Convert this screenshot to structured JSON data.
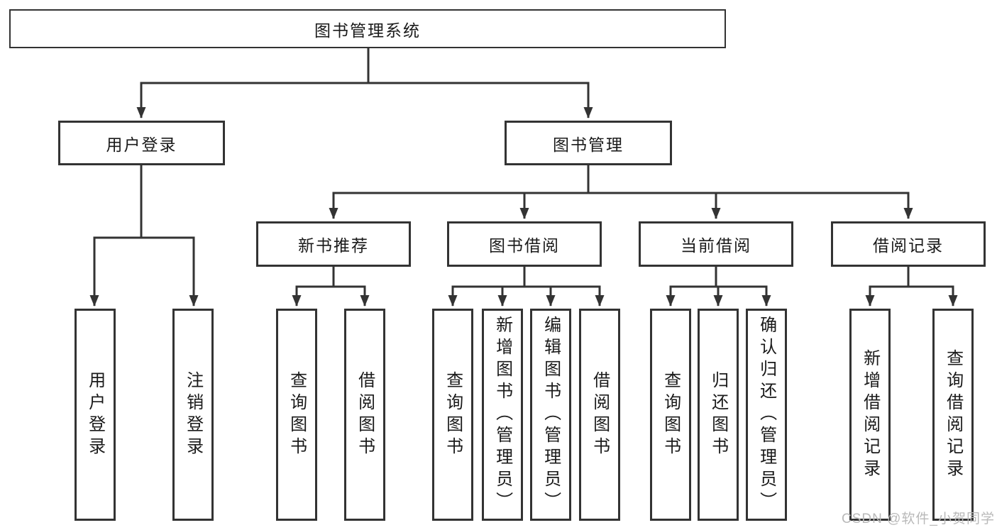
{
  "diagram": {
    "type": "tree",
    "nodes": {
      "root": "图书管理系统",
      "level2": [
        "用户登录",
        "图书管理"
      ],
      "level3": [
        "新书推荐",
        "图书借阅",
        "当前借阅",
        "借阅记录"
      ],
      "leaves": {
        "login": [
          "用户登录",
          "注销登录"
        ],
        "recommend": [
          "查询图书",
          "借阅图书"
        ],
        "borrow": [
          "查询图书",
          "新增图书（管理员）",
          "编辑图书（管理员）",
          "借阅图书"
        ],
        "current": [
          "查询图书",
          "归还图书",
          "确认归还（管理员）"
        ],
        "records": [
          "新增借阅记录",
          "查询借阅记录"
        ]
      }
    },
    "edges": [
      [
        "图书管理系统",
        "用户登录"
      ],
      [
        "图书管理系统",
        "图书管理"
      ],
      [
        "用户登录",
        "用户登录"
      ],
      [
        "用户登录",
        "注销登录"
      ],
      [
        "图书管理",
        "新书推荐"
      ],
      [
        "图书管理",
        "图书借阅"
      ],
      [
        "图书管理",
        "当前借阅"
      ],
      [
        "图书管理",
        "借阅记录"
      ],
      [
        "新书推荐",
        "查询图书"
      ],
      [
        "新书推荐",
        "借阅图书"
      ],
      [
        "图书借阅",
        "查询图书"
      ],
      [
        "图书借阅",
        "新增图书（管理员）"
      ],
      [
        "图书借阅",
        "编辑图书（管理员）"
      ],
      [
        "图书借阅",
        "借阅图书"
      ],
      [
        "当前借阅",
        "查询图书"
      ],
      [
        "当前借阅",
        "归还图书"
      ],
      [
        "当前借阅",
        "确认归还（管理员）"
      ],
      [
        "借阅记录",
        "新增借阅记录"
      ],
      [
        "借阅记录",
        "查询借阅记录"
      ]
    ],
    "colors": {
      "line": "#333333",
      "box_border": "#333333",
      "box_fill": "#ffffff",
      "text": "#1a1a1a",
      "watermark": "#b9b9b9",
      "background": "#ffffff"
    },
    "watermark": "CSDN @软件_小贺同学"
  }
}
